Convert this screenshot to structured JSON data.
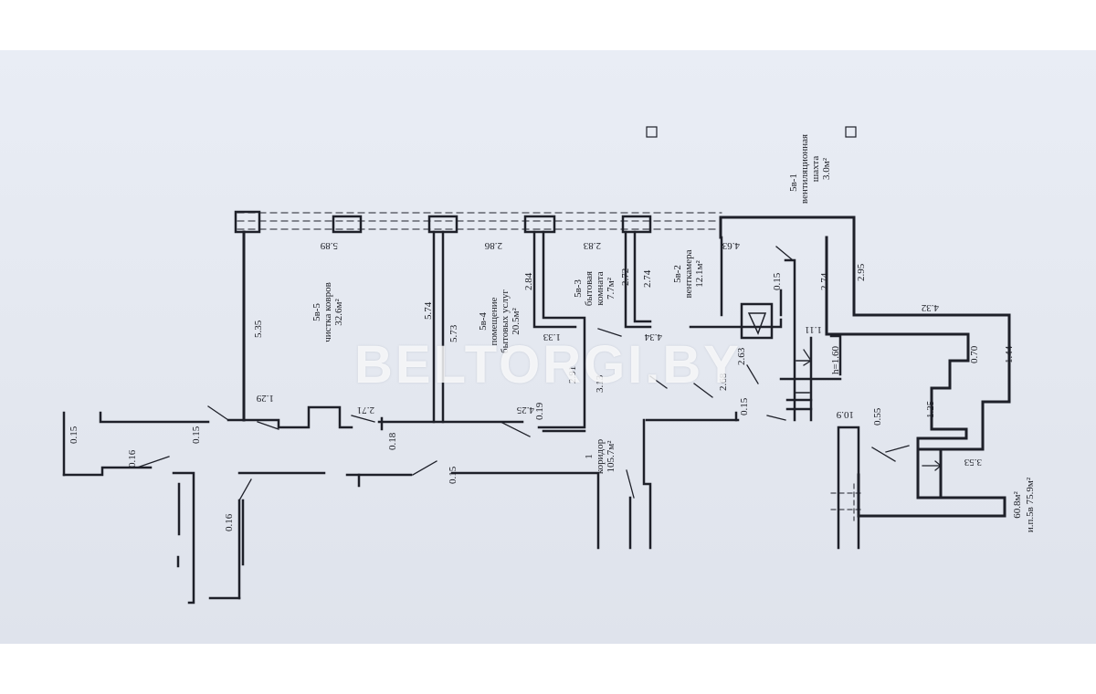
{
  "watermark": "BELTORGI.BY",
  "rooms": {
    "r5v1": {
      "code": "5в-1",
      "name1": "вентиляционная",
      "name2": "шахта",
      "area": "3.0м²"
    },
    "r5v2": {
      "code": "5в-2",
      "name": "венткамера",
      "area": "12.1м²"
    },
    "r5v3": {
      "code": "5в-3",
      "name1": "бытовая",
      "name2": "комната",
      "area": "7.7м²"
    },
    "r5v4": {
      "code": "5в-4",
      "name1": "помещение",
      "name2": "бытовых услуг",
      "area": "20.5м²"
    },
    "r5v5": {
      "code": "5в-5",
      "name": "чистка ковров",
      "area": "32.6м²"
    },
    "r1": {
      "code": "1",
      "name": "коридор",
      "area": "105.7м²"
    }
  },
  "totals": {
    "line1": "60.8м²",
    "line2": "и.п.5в 75.9м²"
  },
  "dims": {
    "d589": "5.89",
    "d286": "2.86",
    "d283": "2.83",
    "d463": "4.63",
    "d535": "5.35",
    "d574": "5.74",
    "d573": "5.73",
    "d284": "2.84",
    "d272": "2.72",
    "d274a": "2.74",
    "d274b": "2.74",
    "d015a": "0.15",
    "d295": "2.95",
    "d432": "4.32",
    "d111": "1.11",
    "d160": "h=1.60",
    "d070": "0.70",
    "d144": "1.44",
    "d133": "1.33",
    "d434": "4.34",
    "d263": "2.63",
    "d268": "2.68",
    "d015b": "0.15",
    "d291": "2.91",
    "d313": "3.13",
    "d019": "0.19",
    "d425": "4.25",
    "d271": "2.71",
    "d129": "1.29",
    "d018": "0.18",
    "d015c": "0.15",
    "d015d": "0.15",
    "d016a": "0.16",
    "d015e": "0.15",
    "d016b": "0.16",
    "d901": "10.9",
    "d055": "0.55",
    "d125": "1.25",
    "d353": "3.53"
  }
}
